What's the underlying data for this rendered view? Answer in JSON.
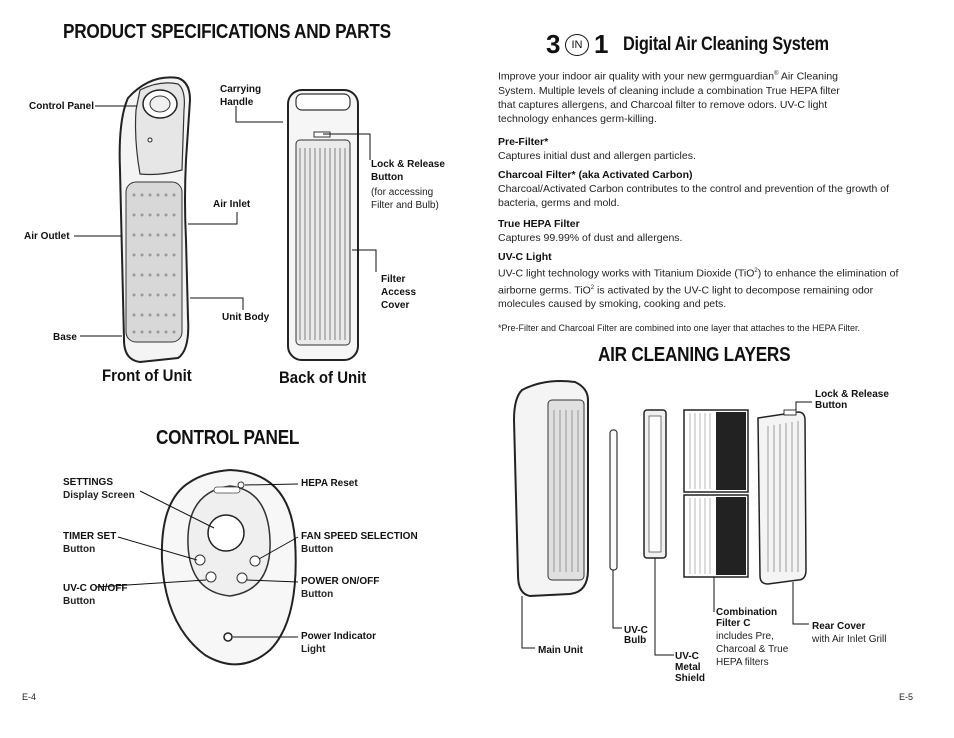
{
  "left": {
    "title": "PRODUCT SPECIFICATIONS AND PARTS",
    "front_labels": {
      "control_panel": "Control Panel",
      "air_outlet": "Air Outlet",
      "base": "Base",
      "carrying_handle_1": "Carrying",
      "carrying_handle_2": "Handle",
      "air_inlet": "Air Inlet",
      "unit_body": "Unit Body"
    },
    "back_labels": {
      "lock_release_1": "Lock & Release",
      "lock_release_2": "Button",
      "lock_release_note_1": "(for accessing",
      "lock_release_note_2": "Filter and Bulb)",
      "filter_cover_1": "Filter",
      "filter_cover_2": "Access",
      "filter_cover_3": "Cover"
    },
    "front_caption": "Front of Unit",
    "back_caption": "Back of Unit",
    "control_panel_title": "CONTROL PANEL",
    "control_labels": {
      "settings_1": "SETTINGS",
      "settings_2": "Display Screen",
      "timer_1": "TIMER SET",
      "timer_2": "Button",
      "uvc_1": "UV-C ON/OFF",
      "uvc_2": "Button",
      "hepa_reset": "HEPA Reset",
      "fan_1": "FAN SPEED SELECTION",
      "fan_2": "Button",
      "power_1": "POWER ON/OFF",
      "power_2": "Button",
      "indicator_1": "Power Indicator",
      "indicator_2": "Light"
    },
    "page_number": "E-4"
  },
  "right": {
    "logo_digits_left": "3",
    "logo_in": "IN",
    "logo_digits_right": "1",
    "title": "Digital Air Cleaning System",
    "intro_1": "Improve your indoor air quality with your new germguardian",
    "intro_reg": "®",
    "intro_2": " Air Cleaning System. Multiple levels of cleaning include a combination True HEPA filter that captures allergens, and Charcoal filter to remove odors. UV-C light technology enhances germ-killing.",
    "sections": [
      {
        "heading": "Pre-Filter*",
        "text": "Captures initial dust and allergen particles."
      },
      {
        "heading": "Charcoal Filter* (aka Activated Carbon)",
        "text": "Charcoal/Activated Carbon contributes to the control and prevention of the growth of bacteria, germs and mold."
      },
      {
        "heading": "True HEPA Filter",
        "text": "Captures 99.99% of dust and allergens."
      }
    ],
    "uvc_heading": "UV-C Light",
    "uvc_text_1": "UV-C light technology works with Titanium Dioxide (TiO",
    "uvc_sub_1": "2",
    "uvc_text_2": ") to enhance the elimination of airborne germs. TiO",
    "uvc_sub_2": "2",
    "uvc_text_3": " is activated by the UV-C light to decompose remaining odor molecules caused by smoking, cooking and pets.",
    "footnote": "*Pre-Filter and Charcoal Filter are combined into one layer that attaches to the HEPA Filter.",
    "layers_title": "AIR CLEANING LAYERS",
    "layer_labels": {
      "lock_release_1": "Lock & Release",
      "lock_release_2": "Button",
      "main_unit": "Main Unit",
      "uvc_bulb_1": "UV-C",
      "uvc_bulb_2": "Bulb",
      "uvc_shield_1": "UV-C",
      "uvc_shield_2": "Metal",
      "uvc_shield_3": "Shield",
      "combo_1": "Combination",
      "combo_2": "Filter C",
      "combo_3": "includes Pre,",
      "combo_4": "Charcoal & True",
      "combo_5": "HEPA filters",
      "rear_1": "Rear Cover",
      "rear_2": "with Air Inlet Grill"
    },
    "page_number": "E-5"
  }
}
